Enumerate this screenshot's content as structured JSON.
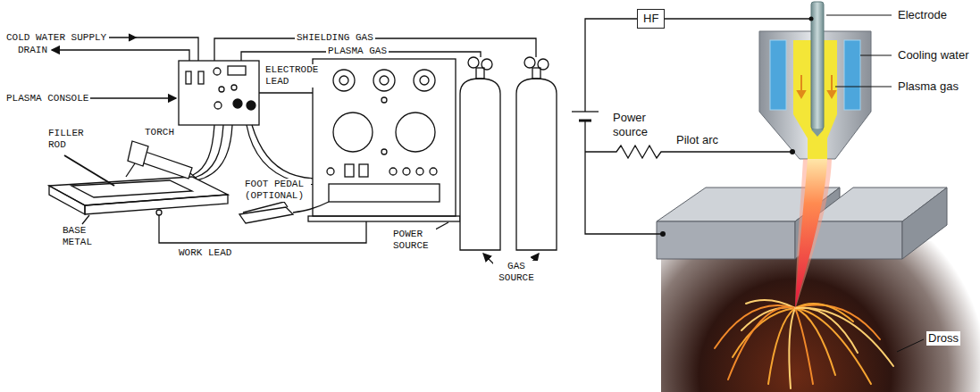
{
  "diagram": {
    "nodes": [
      {
        "text": [
          "HF"
        ]
      }
    ],
    "labels": [
      "COLD WATER SUPPLY",
      "DRAIN",
      "SHIELDING GAS",
      "PLASMA GAS",
      "PLASMA CONSOLE",
      "ELECTRODE LEAD",
      "FILLER ROD",
      "TORCH",
      "FOOT PEDAL (OPTIONAL)",
      "BASE METAL",
      "WORK LEAD",
      "POWER SOURCE",
      "GAS SOURCE",
      "Electrode",
      "Cooling water",
      "Plasma gas",
      "Power source",
      "Pilot arc",
      "Dross"
    ]
  }
}
